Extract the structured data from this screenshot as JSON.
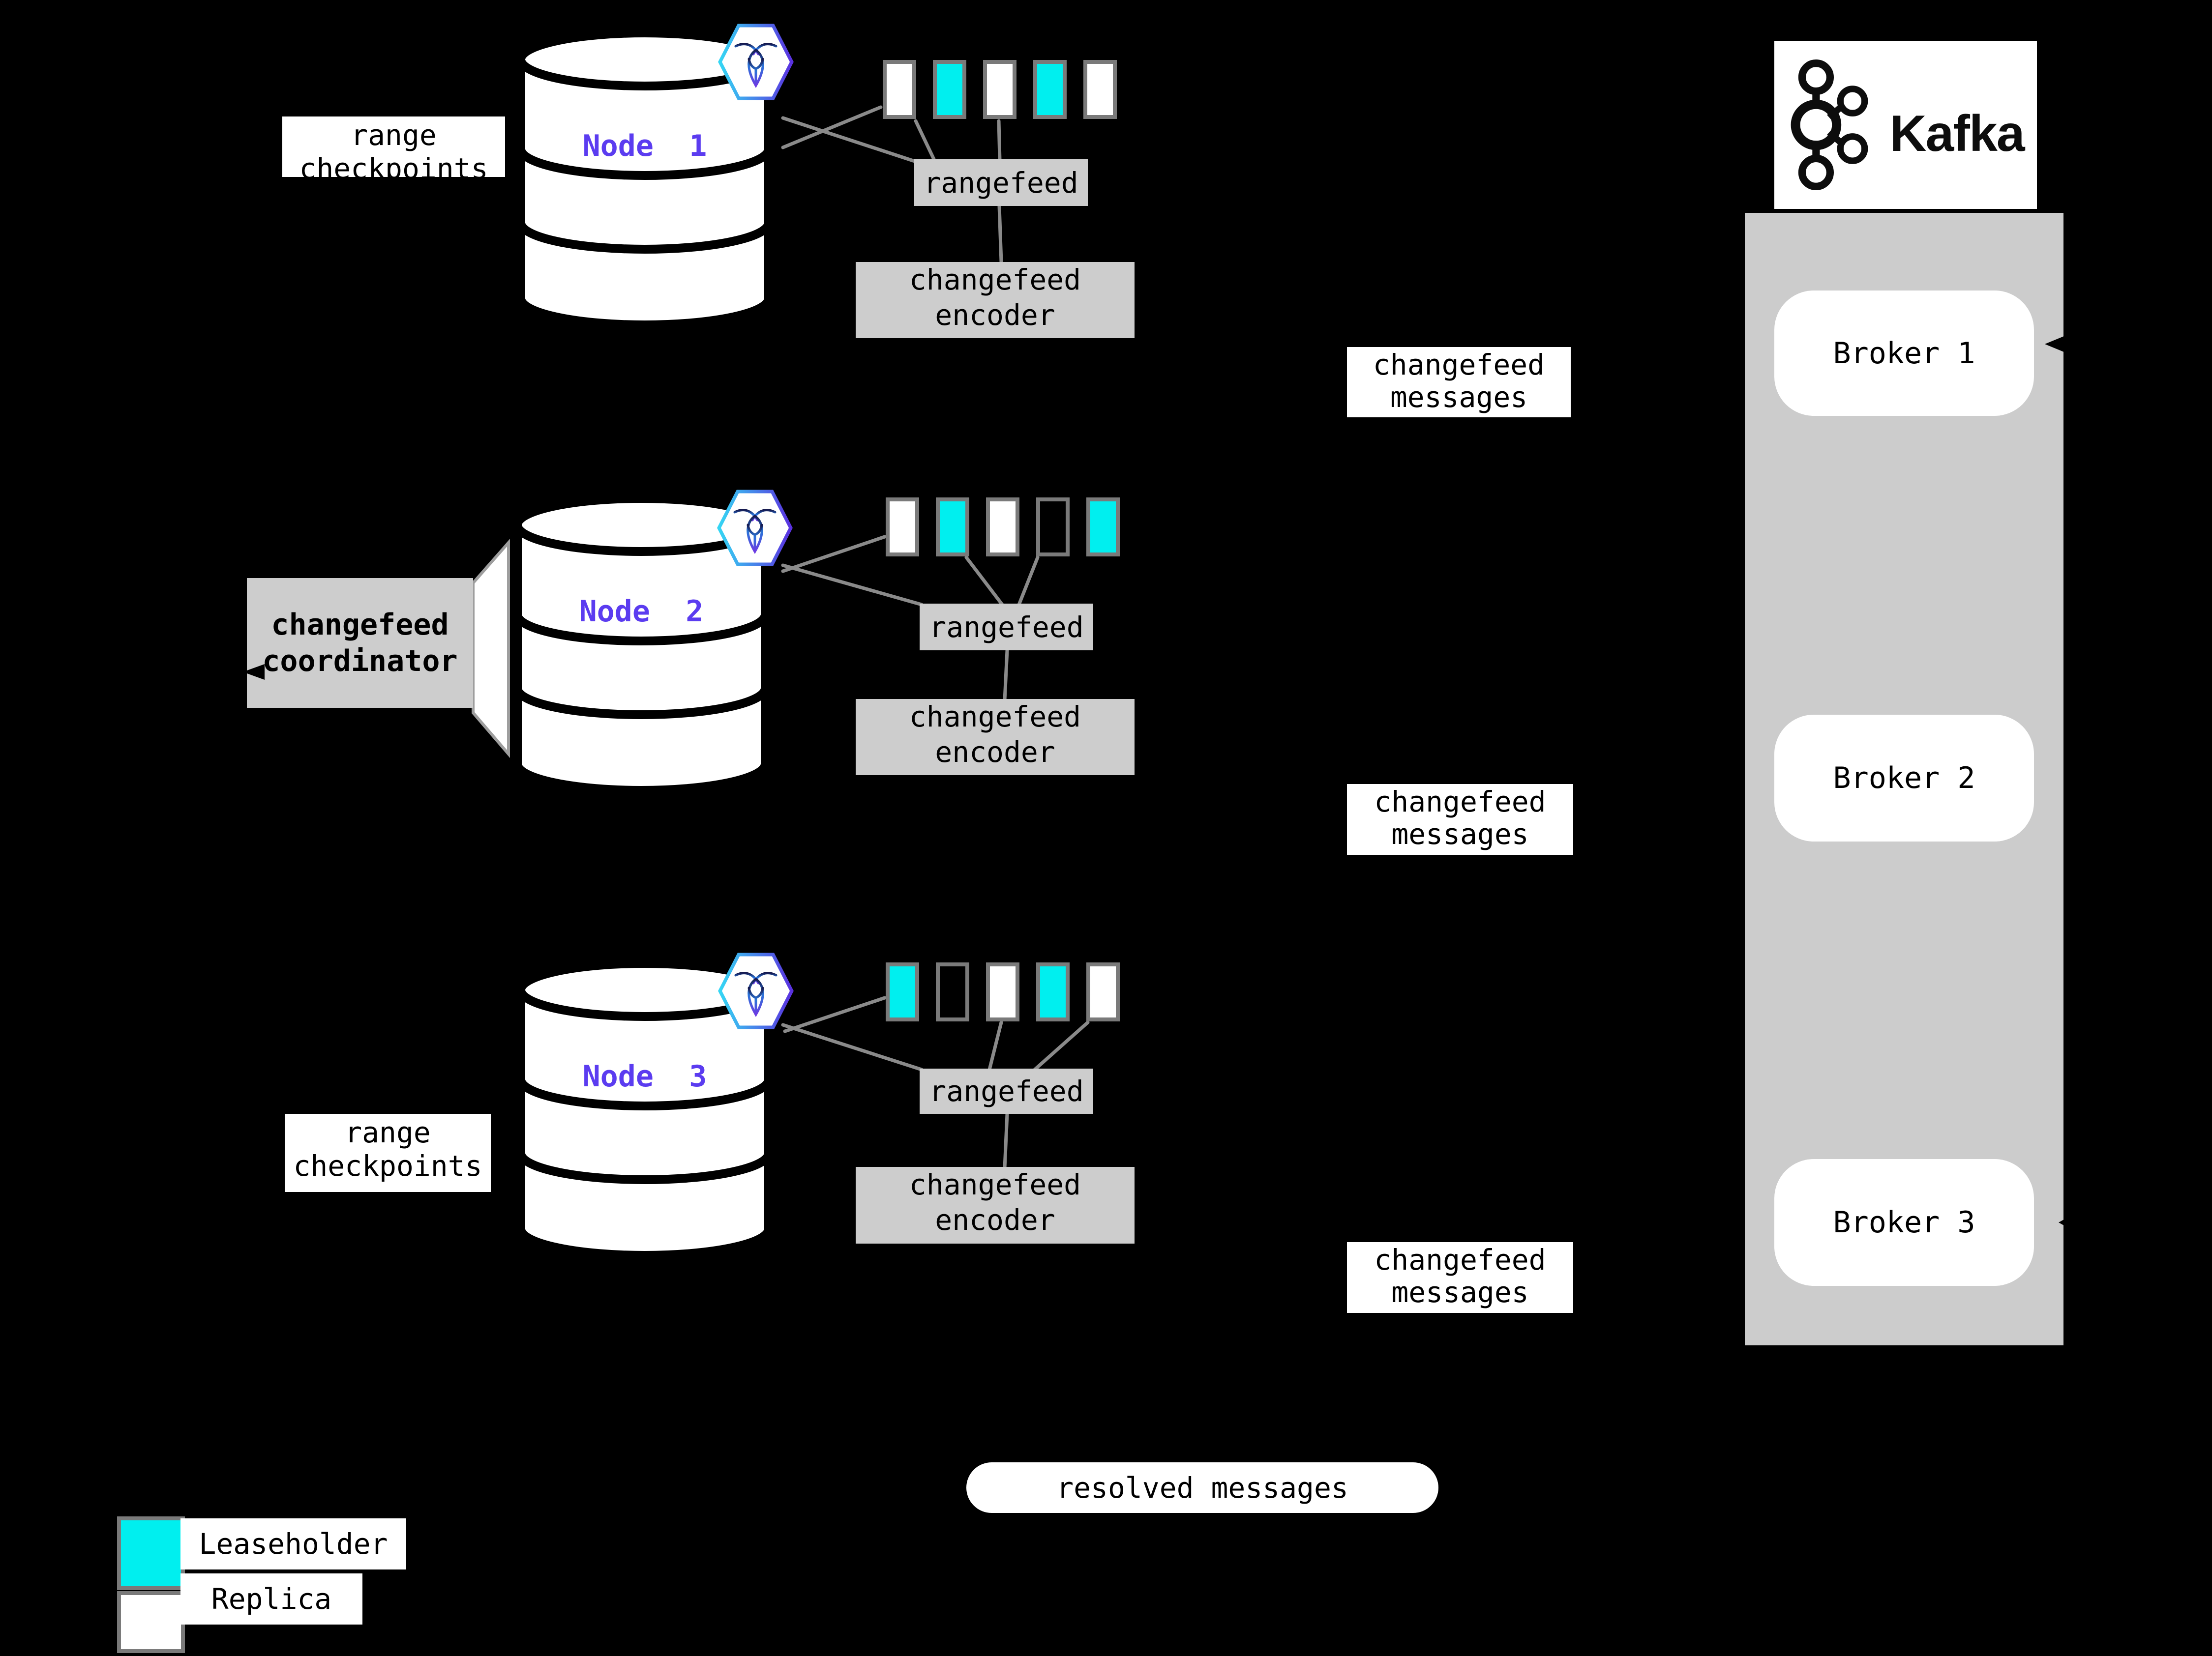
{
  "colors": {
    "background": "#000000",
    "leaseholder": "#00efef",
    "replica": "#ffffff",
    "node_label": "#5b3cf0",
    "box_gray": "#cdcdcd",
    "panel_gray": "#cccccc",
    "line_gray": "#8a8a8a",
    "swatch_border": "#7a7a7a"
  },
  "nodes": [
    {
      "label": "Node  1",
      "checkpoints_label": "range checkpoints",
      "rangefeed_label": "rangefeed",
      "encoder_label": "changefeed encoder",
      "messages_label": "changefeed messages",
      "ranges": [
        "replica",
        "leaseholder",
        "replica",
        "leaseholder",
        "replica"
      ]
    },
    {
      "label": "Node  2",
      "coordinator_label": "changefeed coordinator",
      "rangefeed_label": "rangefeed",
      "encoder_label": "changefeed encoder",
      "messages_label": "changefeed messages",
      "ranges": [
        "replica",
        "leaseholder",
        "replica",
        "empty",
        "leaseholder"
      ]
    },
    {
      "label": "Node  3",
      "checkpoints_label": "range checkpoints",
      "rangefeed_label": "rangefeed",
      "encoder_label": "changefeed encoder",
      "messages_label": "changefeed messages",
      "ranges": [
        "leaseholder",
        "empty",
        "replica",
        "leaseholder",
        "replica"
      ]
    }
  ],
  "coordinator": {
    "label": "changefeed coordinator"
  },
  "resolved": {
    "label": "resolved messages"
  },
  "kafka": {
    "brand": "Kafka",
    "brokers": [
      {
        "label": "Broker 1"
      },
      {
        "label": "Broker 2"
      },
      {
        "label": "Broker 3"
      }
    ]
  },
  "legend": {
    "items": [
      {
        "label": "Leaseholder",
        "type": "leaseholder"
      },
      {
        "label": "Replica",
        "type": "replica"
      }
    ]
  },
  "icons": {
    "cockroachdb_badge": "cockroachdb-logo",
    "kafka_logo": "kafka-logo"
  }
}
